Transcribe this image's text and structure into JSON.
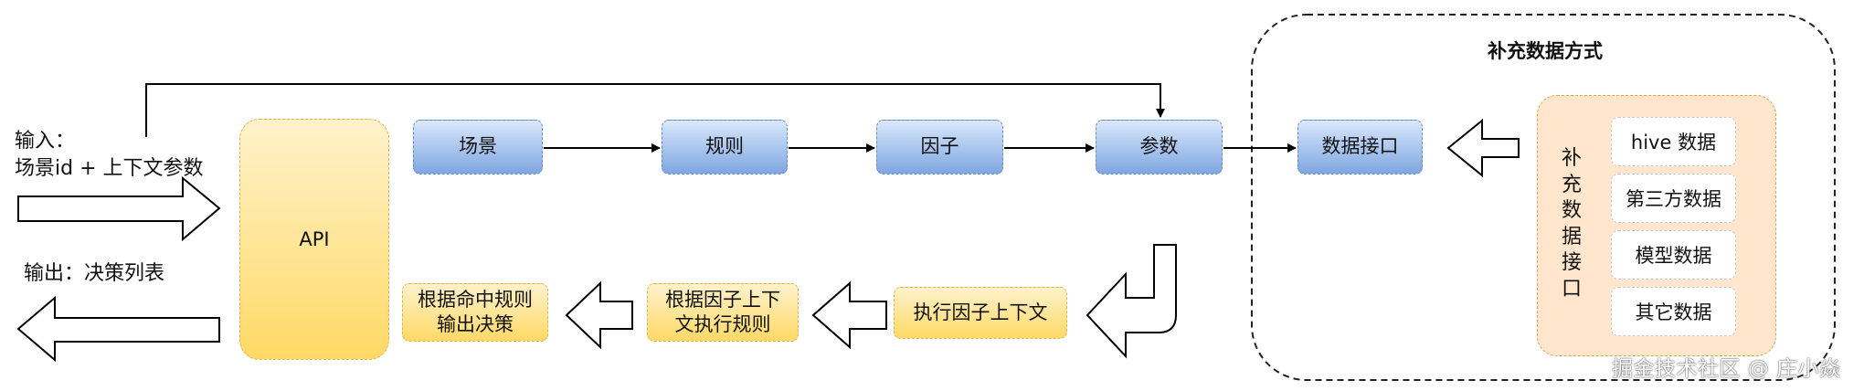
{
  "input_label": "输入：\n场景id + 上下文参数",
  "output_label": "输出：决策列表",
  "api_label": "API",
  "flow": {
    "scene": "场景",
    "rule": "规则",
    "factor": "因子",
    "param": "参数",
    "data_interface": "数据接口"
  },
  "reverse_flow": {
    "exec_factor": "执行因子上下文",
    "exec_rule": "根据因子上下文执行规则",
    "decide": "根据命中规则输出决策"
  },
  "supplement_group": {
    "title": "补充数据方式",
    "panel_label": "补充数据接口",
    "sources": [
      "hive 数据",
      "第三方数据",
      "模型数据",
      "其它数据"
    ]
  },
  "watermark": "掘金技术社区 @ 庄小焱",
  "colors": {
    "blue_fill": "#dae8fc",
    "blue_stroke": "#6c8ebf",
    "yellow_fill": "#fff2cc",
    "yellow_stroke": "#d6b656",
    "peach_fill": "#ffe6cc",
    "peach_stroke": "#e9a04f"
  }
}
